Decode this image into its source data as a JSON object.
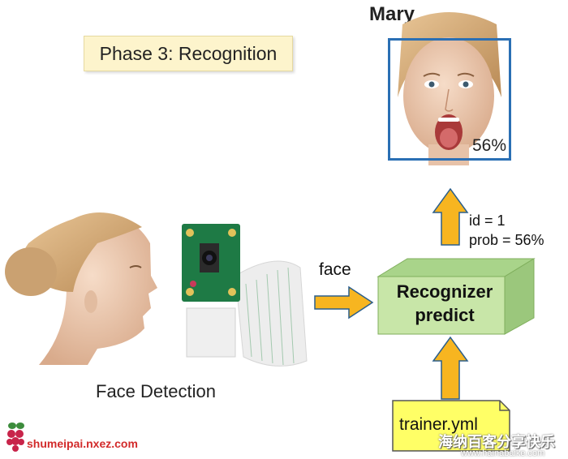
{
  "phase_title": "Phase 3: Recognition",
  "recognized_name": "Mary",
  "face_probability": "56%",
  "result": {
    "id_line": "id = 1",
    "prob_line": "prob = 56%"
  },
  "input_label": "face",
  "recognizer": {
    "line1": "Recognizer",
    "line2": "predict"
  },
  "model_file": "trainer.yml",
  "source_caption": "Face Detection",
  "site_name": "shumeipai.nxez.com",
  "watermark": {
    "chinese": "海纳百客分享快乐",
    "url": "www.hainabaike.com"
  },
  "colors": {
    "arrow": "#f7b520",
    "box": "#c8e6a8",
    "note": "#ffff66",
    "frame": "#2a6fb4",
    "phase_box": "#fdf4cc"
  }
}
